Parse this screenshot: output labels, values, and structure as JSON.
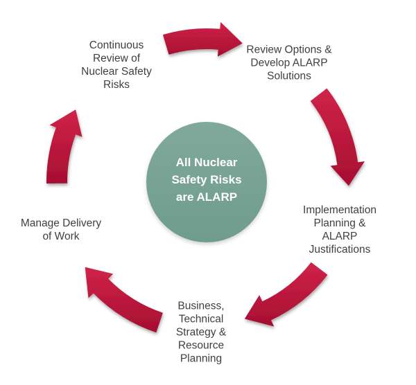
{
  "colors": {
    "background": "#ffffff",
    "arrow_red_light": "#d02349",
    "arrow_red_dark": "#a60e31",
    "circle_teal_top": "#80a99b",
    "circle_teal_bottom": "#6f9c8d",
    "label_text": "#3f3f3f",
    "circle_text": "#ffffff"
  },
  "center_circle": {
    "text": "All Nuclear\nSafety Risks\nare ALARP"
  },
  "steps": [
    {
      "id": "continuous-review",
      "label": "Continuous\nReview of\nNuclear Safety\nRisks"
    },
    {
      "id": "review-options",
      "label": "Review Options &\nDevelop ALARP\nSolutions"
    },
    {
      "id": "implementation-planning",
      "label": "Implementation\nPlanning &\nALARP\nJustifications"
    },
    {
      "id": "business-strategy",
      "label": "Business,\nTechnical\nStrategy &\nResource\nPlanning"
    },
    {
      "id": "manage-delivery",
      "label": "Manage Delivery\nof Work"
    }
  ],
  "arrows": [
    {
      "name": "cycle-arrow-top",
      "direction": "clockwise"
    },
    {
      "name": "cycle-arrow-right",
      "direction": "clockwise"
    },
    {
      "name": "cycle-arrow-bottom-right",
      "direction": "clockwise"
    },
    {
      "name": "cycle-arrow-bottom-left",
      "direction": "clockwise"
    },
    {
      "name": "cycle-arrow-left",
      "direction": "clockwise"
    }
  ]
}
